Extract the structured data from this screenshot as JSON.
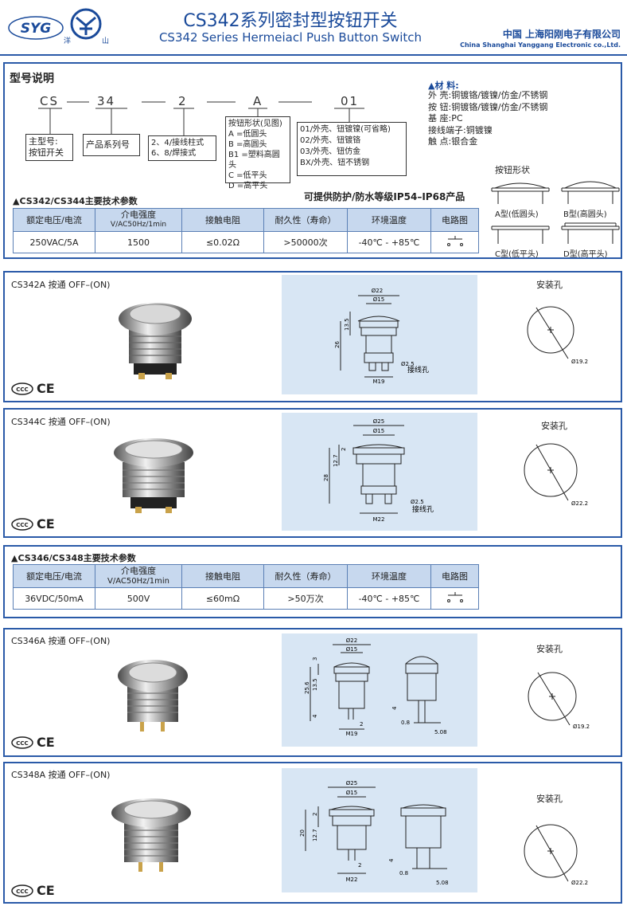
{
  "header": {
    "logo_text": "SYG",
    "brand_sub": "洋",
    "brand_sub2": "山",
    "title_cn": "CS342系列密封型按钮开关",
    "title_en": "CS342 Series Hermeiacl Push Button Switch",
    "company_cn": "中国  上海阳刚电子有限公司",
    "company_en": "China Shanghai Yanggang Electronic co.,Ltd."
  },
  "model": {
    "heading": "型号说明",
    "codes": [
      "CS",
      "34",
      "2",
      "A",
      "01"
    ],
    "box_main": [
      "主型号:",
      "按钮开关"
    ],
    "box_series": "产品系列号",
    "box_terminal": [
      "2、4/接线柱式",
      "6、8/焊接式"
    ],
    "box_shape": [
      "按钮形状(见图)",
      "A =低圆头",
      "B =高圆头",
      "B1 =塑料高圆头",
      "C =低平头",
      "D =高平头"
    ],
    "box_finish": [
      "01/外壳、钮镀镍(可省略)",
      "02/外壳、钮镀铬",
      "03/外壳、钮仿金",
      "BX/外壳、钮不锈钢"
    ]
  },
  "materials": {
    "heading": "▲材 料:",
    "rows": [
      [
        "外      壳:",
        "铜镀铬/镀镍/仿金/不锈钢"
      ],
      [
        "按      钮:",
        "铜镀铬/镀镍/仿金/不锈钢"
      ],
      [
        "基      座:",
        "PC"
      ],
      [
        "接线端子:",
        "铜镀镍"
      ],
      [
        "触      点:",
        "银合金"
      ]
    ]
  },
  "shapes": {
    "heading": "按钮形状",
    "labels": [
      "A型(低圆头)",
      "B型(高圆头)",
      "C型(低平头)",
      "D型(高平头)"
    ]
  },
  "protection": "可提供防护/防水等级IP54–IP68产品",
  "spec1": {
    "heading": "▲CS342/CS344主要技术参数",
    "headers": [
      "额定电压/电流",
      "介电强度",
      "V/AC50Hz/1min",
      "接触电阻",
      "耐久性（寿命）",
      "环境温度",
      "电路图"
    ],
    "values": [
      "250VAC/5A",
      "1500",
      "≤0.02Ω",
      ">50000次",
      "-40℃ - +85℃"
    ]
  },
  "spec2": {
    "heading": "▲CS346/CS348主要技术参数",
    "headers": [
      "额定电压/电流",
      "介电强度",
      "V/AC50Hz/1min",
      "接触电阻",
      "耐久性（寿命）",
      "环境温度",
      "电路图"
    ],
    "values": [
      "36VDC/50mA",
      "500V",
      "≤60mΩ",
      ">50万次",
      "-40℃ - +85℃"
    ]
  },
  "products": [
    {
      "title": "CS342A  按通  OFF–(ON)",
      "hole_label": "安装孔",
      "hole_dim": "Ø19.2",
      "dims": [
        "Ø22",
        "Ø15",
        "13.5",
        "26",
        "Ø2.5",
        "接线孔",
        "M19"
      ]
    },
    {
      "title": "CS344C  按通  OFF–(ON)",
      "hole_label": "安装孔",
      "hole_dim": "Ø22.2",
      "dims": [
        "Ø25",
        "Ø15",
        "2",
        "12.7",
        "28",
        "Ø2.5",
        "接线孔",
        "M22"
      ]
    },
    {
      "title": "CS346A  按通  OFF–(ON)",
      "hole_label": "安装孔",
      "hole_dim": "Ø19.2",
      "dims": [
        "Ø22",
        "Ø15",
        "3",
        "13.5",
        "25.6",
        "4",
        "2",
        "M19",
        "4",
        "0.8",
        "5.08"
      ]
    },
    {
      "title": "CS348A  按通  OFF–(ON)",
      "hole_label": "安装孔",
      "hole_dim": "Ø22.2",
      "dims": [
        "Ø25",
        "Ø15",
        "2",
        "12.7",
        "20",
        "2",
        "M22",
        "4",
        "0.8",
        "5.08"
      ]
    }
  ],
  "cert": "CE",
  "cert_logo": "CCC",
  "colors": {
    "border": "#2a5aa8",
    "title": "#1a4a9a",
    "header_fill": "#c7d8ee",
    "drawing_bg": "#d8e6f4"
  },
  "icons": [
    "syg-logo",
    "yanggang-logo",
    "switch-photo",
    "ccc-logo",
    "circuit-symbol"
  ]
}
